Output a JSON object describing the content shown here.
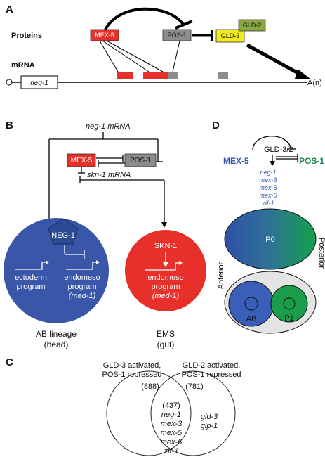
{
  "panels": {
    "a": "A",
    "b": "B",
    "c": "C",
    "d": "D"
  },
  "panel_a": {
    "proteins_label": "Proteins",
    "mrna_label": "mRNA",
    "mex5": "MEX-5",
    "pos1": "POS-1",
    "gld3": "GLD-3",
    "gld2": "GLD-2",
    "neg1": "neg-1",
    "polya": "A(n)",
    "colors": {
      "mex5": "#e8302a",
      "pos1": "#8c8c8c",
      "gld3": "#f2ea1a",
      "gld2": "#8aa63e"
    }
  },
  "panel_b": {
    "neg1_mrna": "neg-1 mRNA",
    "mex5": "MEX-5",
    "pos1": "POS-1",
    "skn1_mrna": "skn-1 mRNA",
    "neg1_protein": "NEG-1",
    "ectoderm_line1": "ectoderm",
    "ectoderm_line2": "program",
    "endomeso_ab_line1": "endomeso",
    "endomeso_ab_line2": "program",
    "endomeso_ab_line3": "(med-1)",
    "skn1": "SKN-1",
    "endomeso_ems_line1": "endomeso",
    "endomeso_ems_line2": "program",
    "endomeso_ems_line3": "(med-1)",
    "ab_caption_line1": "AB lineage",
    "ab_caption_line2": "(head)",
    "ems_caption_line1": "EMS",
    "ems_caption_line2": "(gut)",
    "colors": {
      "ab": "#3a56a8",
      "ems": "#e8302a"
    }
  },
  "panel_d": {
    "gld32": "GLD-3/2",
    "mex5": "MEX-5",
    "pos1": "POS-1",
    "targets": [
      "neg-1",
      "mex-3",
      "mex-5",
      "mex-6",
      "zif-1"
    ],
    "p0": "P0",
    "anterior": "Anterior",
    "posterior": "Posterior",
    "ab": "AB",
    "p1": "P1",
    "colors": {
      "mex5": "#3355aa",
      "pos1": "#1f8a4c"
    }
  },
  "panel_c": {
    "left_title_line1": "GLD-3 activated,",
    "left_title_line2": "POS-1 repressed",
    "right_title_line1": "GLD-2 activated,",
    "right_title_line2": "POS-1 repressed",
    "left_count": "(888)",
    "right_count": "(781)",
    "overlap_count": "(437)",
    "overlap_genes": [
      "neg-1",
      "mex-3",
      "mex-5",
      "mex-6",
      "zif-1"
    ],
    "right_genes": [
      "gld-3",
      "glp-1"
    ]
  }
}
